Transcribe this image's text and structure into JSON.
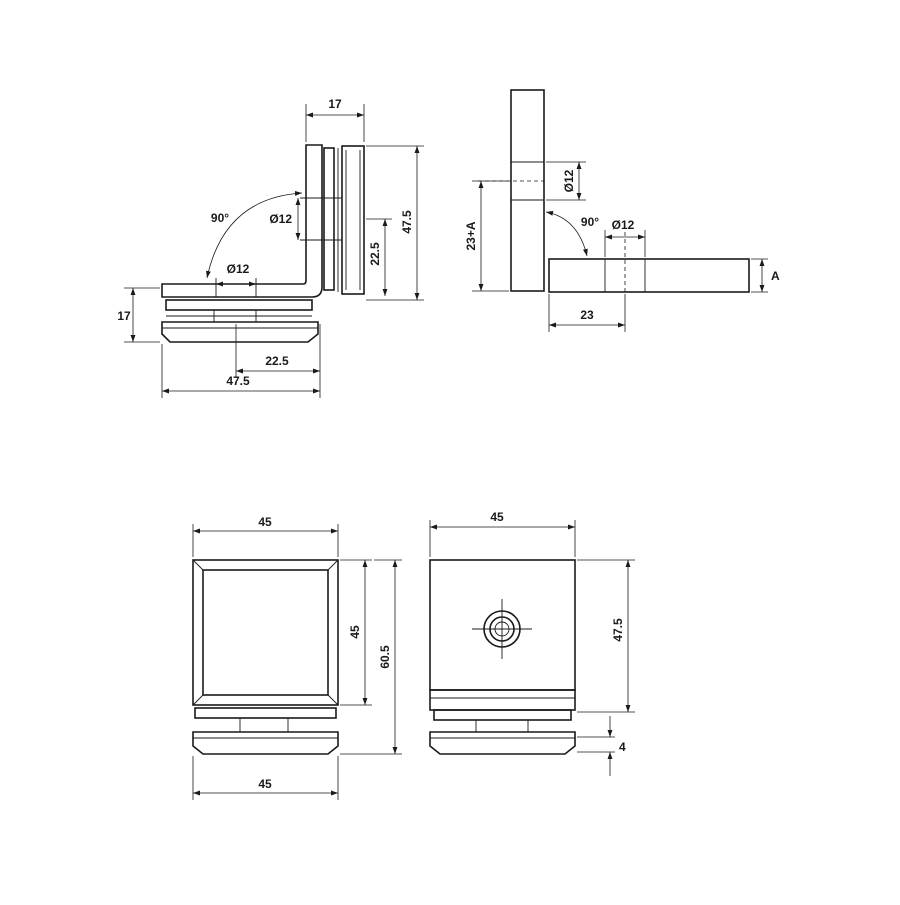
{
  "views": {
    "side": {
      "dim_top_width": "17",
      "dim_height": "47.5",
      "dim_inner_height": "22.5",
      "dim_hole_vertical": "Ø12",
      "dim_angle": "90°",
      "dim_hole_horizontal": "Ø12",
      "dim_left_thickness": "17",
      "dim_inner_width": "22.5",
      "dim_width": "47.5"
    },
    "unfolded": {
      "dim_height": "23+A",
      "dim_hole_vertical": "Ø12",
      "dim_angle": "90°",
      "dim_hole_horizontal": "Ø12",
      "dim_base": "23",
      "dim_thickness": "A"
    },
    "front": {
      "dim_top_width": "45",
      "dim_inner_height": "45",
      "dim_total_height": "60.5",
      "dim_bottom_width": "45"
    },
    "back": {
      "dim_top_width": "45",
      "dim_height": "47.5",
      "dim_gap": "4"
    }
  }
}
